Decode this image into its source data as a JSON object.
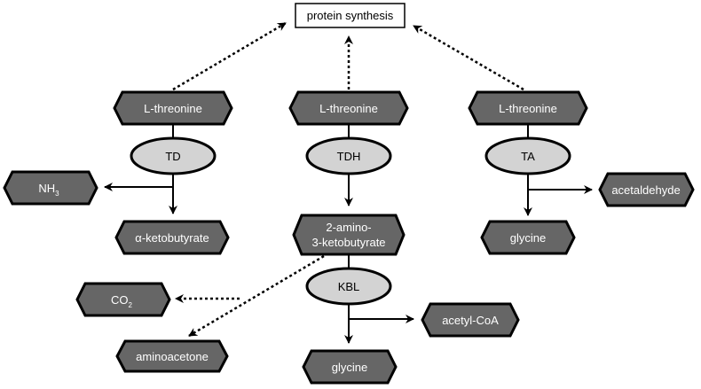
{
  "top_box": "protein synthesis",
  "columns": {
    "left": {
      "substrate": "L-threonine",
      "enzyme": "TD",
      "side_product": {
        "main": "NH",
        "sub": "3"
      },
      "product": "α-ketobutyrate"
    },
    "middle": {
      "substrate": "L-threonine",
      "enzyme": "TDH",
      "intermediate_line1": "2-amino-",
      "intermediate_line2": "3-ketobutyrate",
      "enzyme2": "KBL",
      "side_product": "acetyl-CoA",
      "product": "glycine"
    },
    "right": {
      "substrate": "L-threonine",
      "enzyme": "TA",
      "side_product": "acetaldehyde",
      "product": "glycine"
    }
  },
  "spontaneous": {
    "co2": {
      "main": "CO",
      "sub": "2"
    },
    "aminoacetone": "aminoacetone"
  },
  "colors": {
    "hex_fill": "#666666",
    "oval_fill": "#d3d3d3",
    "stroke": "#000000"
  }
}
